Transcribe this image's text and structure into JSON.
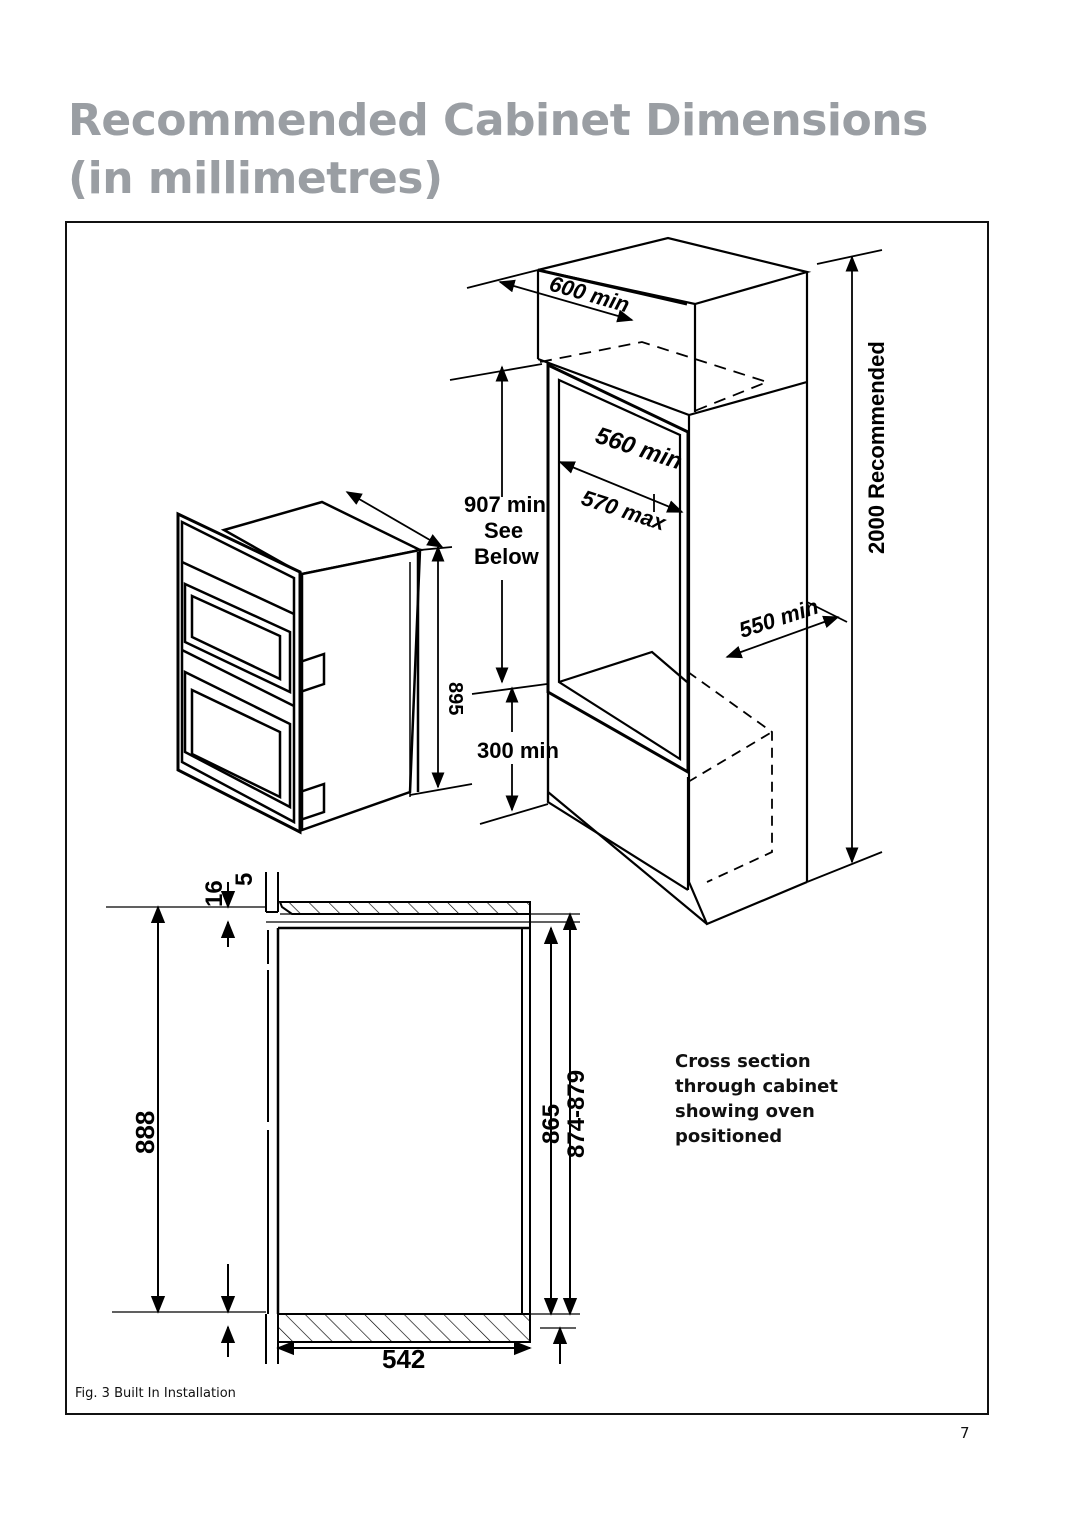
{
  "page": {
    "title_line1": "Recommended Cabinet Dimensions",
    "title_line2": "(in millimetres)",
    "page_number": "7"
  },
  "figure": {
    "caption": "Fig. 3 Built In Installation",
    "cross_section_note": [
      "Cross section",
      "through cabinet",
      "showing oven",
      "positioned"
    ],
    "dims_3d": {
      "width_min": "600 min",
      "height_recommended": "2000 Recommended",
      "opening_width_min": "560 min",
      "opening_width_max": "570 max",
      "opening_height": "907 min",
      "see": "See",
      "below": "Below",
      "depth_min": "550 min",
      "plinth_min": "300 min",
      "oven_height": "895"
    },
    "dims_section": {
      "top_gap": "16",
      "top_trim": "5",
      "overall": "888",
      "inner": "865",
      "range": "874-879",
      "depth": "542"
    }
  }
}
